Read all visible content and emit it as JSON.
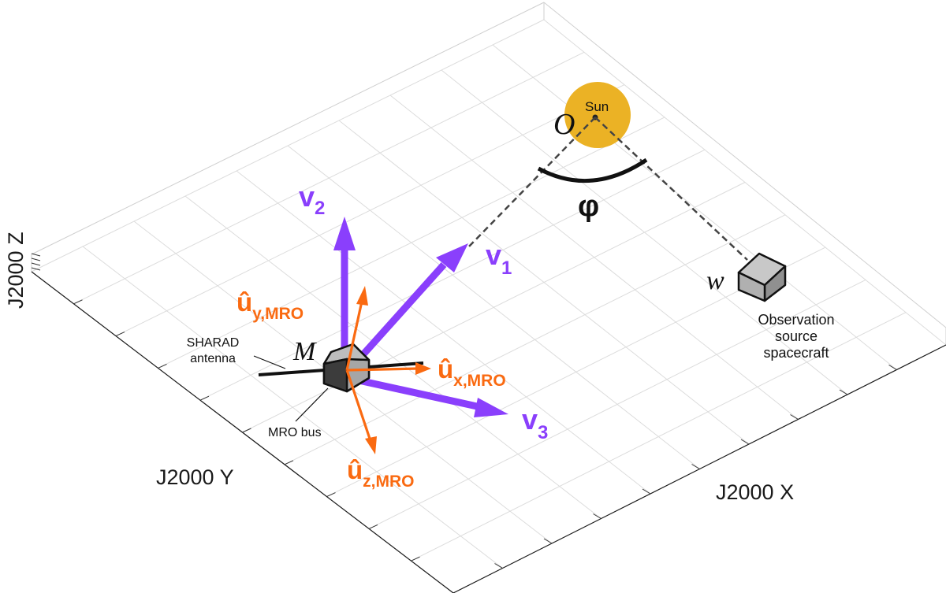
{
  "axes": {
    "x_label": "J2000 X",
    "y_label": "J2000 Y",
    "z_label": "J2000 Z"
  },
  "sun": {
    "point_label": "O",
    "name": "Sun",
    "color": "#ebb225"
  },
  "angle": {
    "label": "φ"
  },
  "spacecraft": {
    "point_label": "w",
    "caption_line1": "Observation",
    "caption_line2": "source",
    "caption_line3": "spacecraft"
  },
  "mro": {
    "point_label": "M",
    "bus_label": "MRO bus",
    "antenna_line1": "SHARAD",
    "antenna_line2": "antenna"
  },
  "vectors": {
    "color": "#8a3ffc",
    "v1": {
      "base": "v",
      "sub": "1"
    },
    "v2": {
      "base": "v",
      "sub": "2"
    },
    "v3": {
      "base": "v",
      "sub": "3"
    }
  },
  "unit_vectors": {
    "color": "#fa6a11",
    "ux": {
      "base": "û",
      "sub": "x,MRO"
    },
    "uy": {
      "base": "û",
      "sub": "y,MRO"
    },
    "uz": {
      "base": "û",
      "sub": "z,MRO"
    }
  }
}
